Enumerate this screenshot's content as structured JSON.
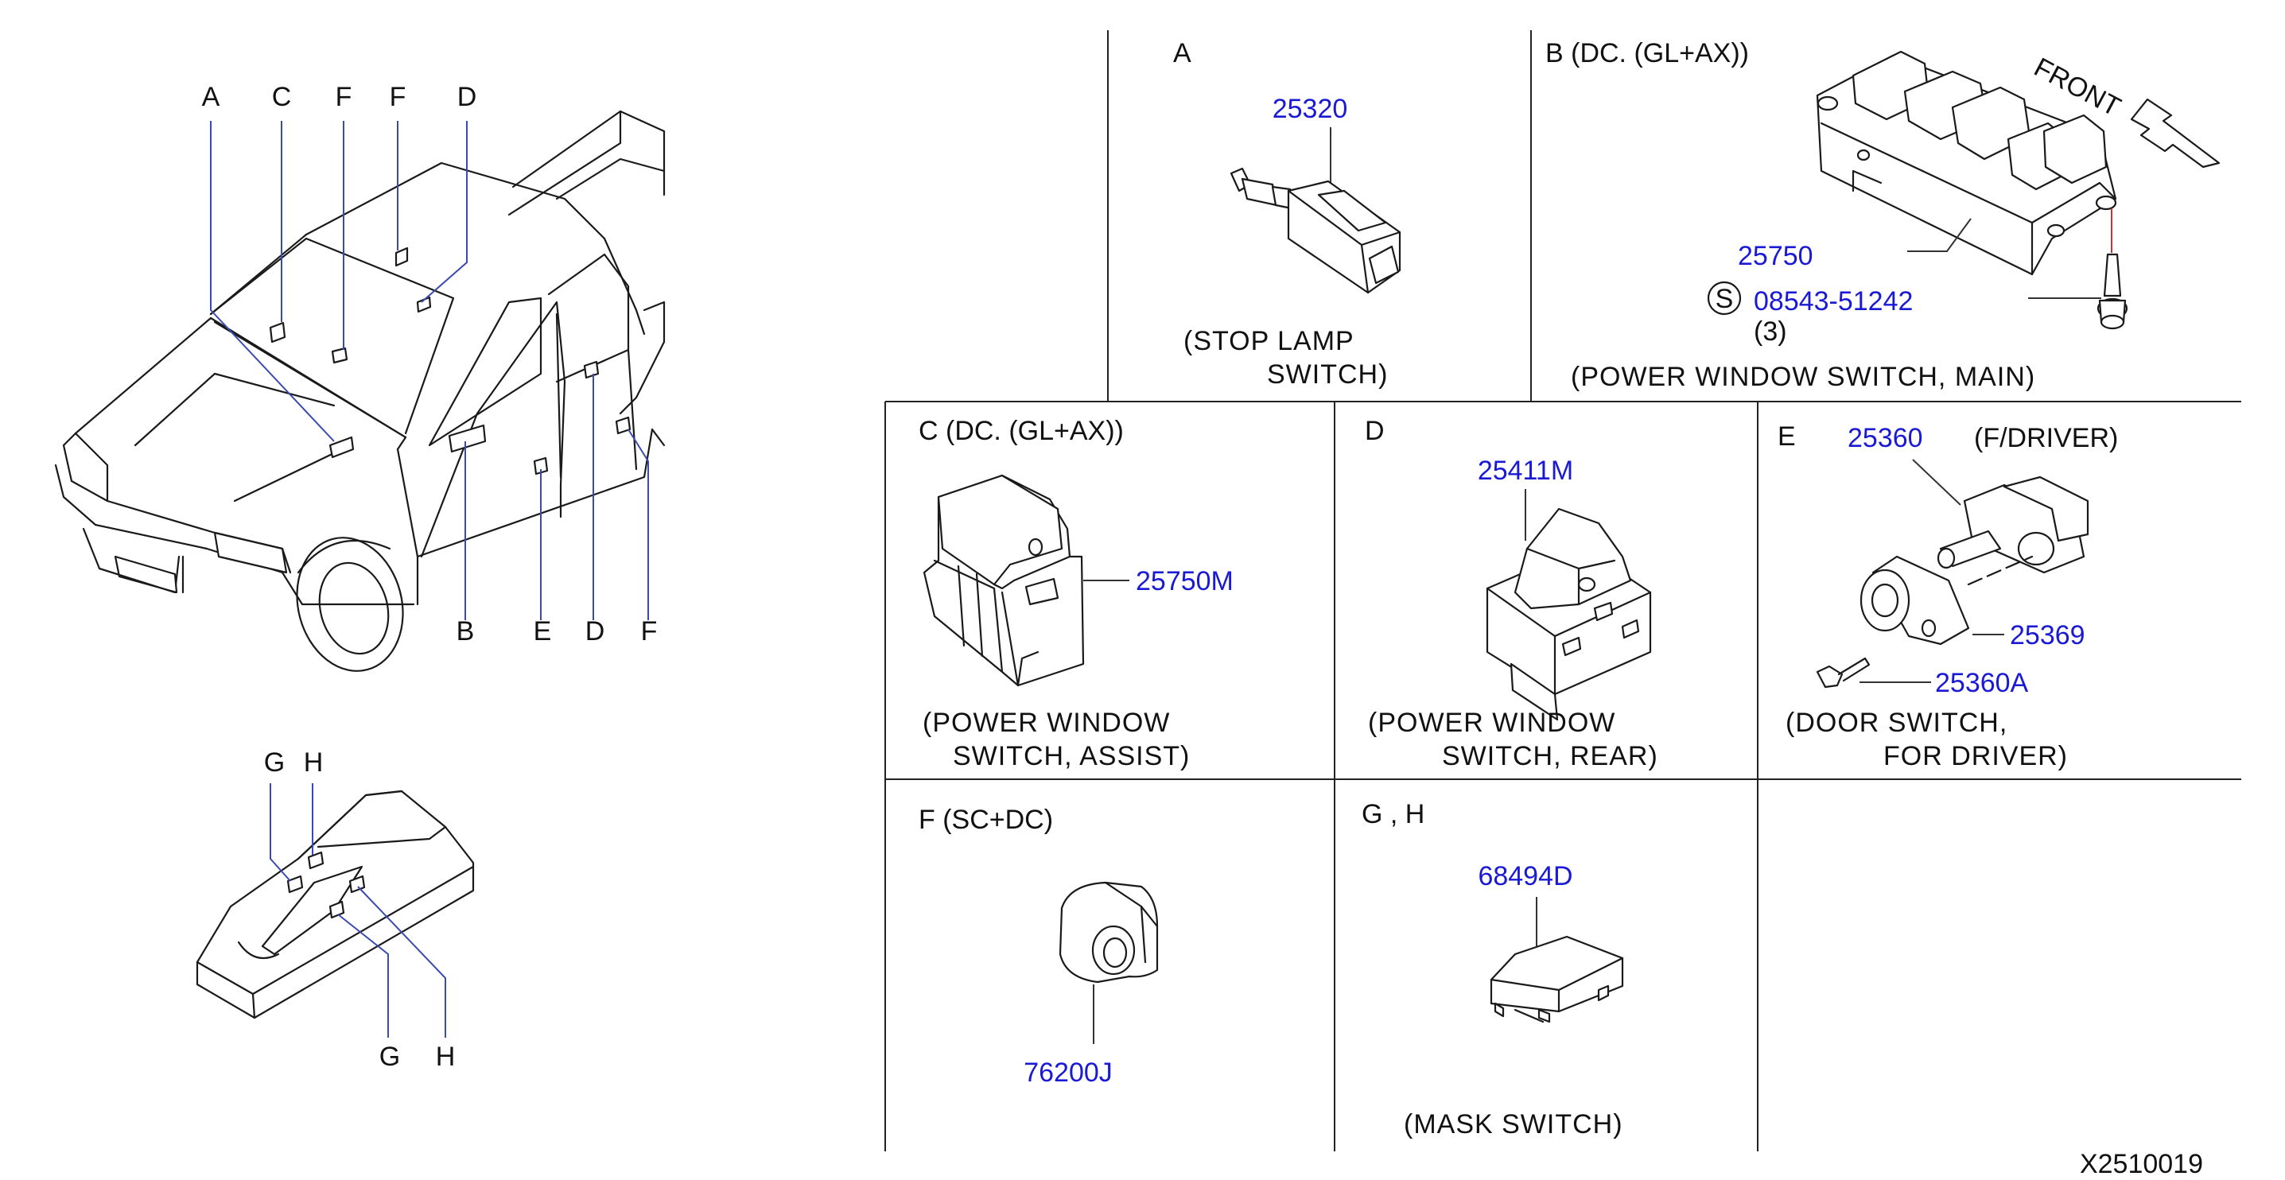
{
  "overview_labels": {
    "top": [
      "A",
      "C",
      "F",
      "F",
      "D"
    ],
    "bottom": [
      "B",
      "E",
      "D",
      "F"
    ],
    "console_top": [
      "G",
      "H"
    ],
    "console_bottom": [
      "G",
      "H"
    ]
  },
  "panels": {
    "a": {
      "letter": "A",
      "parts": [
        "25320"
      ],
      "caption": [
        "(STOP   LAMP",
        "SWITCH)"
      ]
    },
    "b": {
      "title": "B  (DC.   (GL+AX))",
      "front": "FRONT",
      "parts": [
        "25750",
        "08543-51242"
      ],
      "screw_symbol": "S",
      "qty": "(3)",
      "caption": "(POWER   WINDOW   SWITCH,   MAIN)"
    },
    "c": {
      "title": "C  (DC.   (GL+AX))",
      "parts": [
        "25750M"
      ],
      "caption": [
        "(POWER   WINDOW",
        "SWITCH,   ASSIST)"
      ]
    },
    "d": {
      "letter": "D",
      "parts": [
        "25411M"
      ],
      "caption": [
        "(POWER   WINDOW",
        "SWITCH,   REAR)"
      ]
    },
    "e": {
      "letter": "E",
      "parts": [
        "25360",
        "25369",
        "25360A"
      ],
      "note": "(F/DRIVER)",
      "caption": [
        "(DOOR   SWITCH,",
        "FOR   DRIVER)"
      ]
    },
    "f": {
      "title": "F (SC+DC)",
      "parts": [
        "76200J"
      ]
    },
    "gh": {
      "title": "G   ,   H",
      "parts": [
        "68494D"
      ],
      "caption": "(MASK   SWITCH)"
    }
  },
  "diagram_id": "X2510019"
}
